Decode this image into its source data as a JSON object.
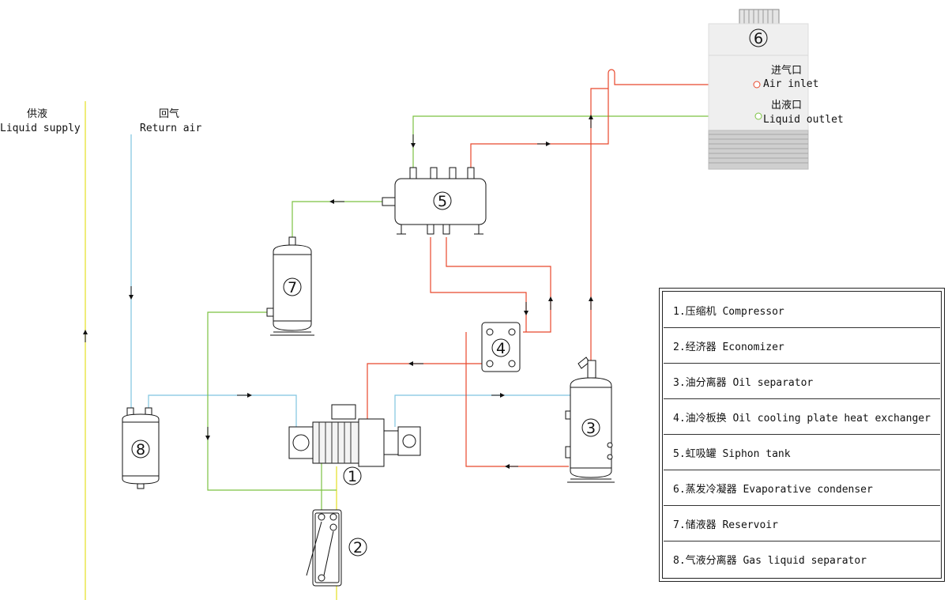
{
  "labels": {
    "supply_cn": "供液",
    "supply_en": "Liquid supply",
    "return_cn": "回气",
    "return_en": "Return air",
    "air_inlet_cn": "进气口",
    "air_inlet_en": "Air inlet",
    "liquid_outlet_cn": "出液口",
    "liquid_outlet_en": "Liquid outlet"
  },
  "component_numbers": [
    "1",
    "2",
    "3",
    "4",
    "5",
    "6",
    "7",
    "8"
  ],
  "legend": [
    "1.压缩机 Compressor",
    "2.经济器 Economizer",
    "3.油分离器 Oil separator",
    "4.油冷板换 Oil cooling plate heat exchanger",
    "5.虹吸罐 Siphon tank",
    "6.蒸发冷凝器 Evaporative condenser",
    "7.储液器 Reservoir",
    "8.气液分离器 Gas liquid separator"
  ],
  "colors": {
    "liquid_supply": "#e6e233",
    "return_air": "#7fc4e0",
    "green_line": "#7cc242",
    "red_line": "#e8482c",
    "equipment": "#111111"
  }
}
